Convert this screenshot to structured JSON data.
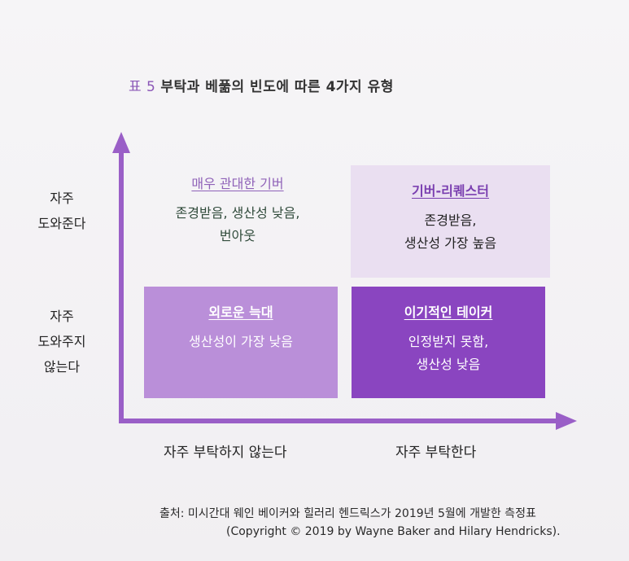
{
  "title": {
    "label": "표 5",
    "text": "부탁과 베풂의 빈도에 따른 4가지 유형"
  },
  "y_axis": {
    "upper": [
      "자주",
      "도와준다"
    ],
    "lower": [
      "자주",
      "도와주지",
      "않는다"
    ]
  },
  "x_axis": {
    "left": "자주 부탁하지 않는다",
    "right": "자주 부탁한다"
  },
  "quadrants": {
    "q1": {
      "title": "매우 관대한 기버",
      "lines": [
        "존경받음, 생산성 낮음,",
        "번아웃"
      ]
    },
    "q2": {
      "title": "기버-리퀘스터",
      "lines": [
        "존경받음,",
        "생산성 가장 높음"
      ]
    },
    "q3": {
      "title": "외로운 늑대",
      "lines": [
        "생산성이 가장 낮음"
      ]
    },
    "q4": {
      "title": "이기적인 테이커",
      "lines": [
        "인정받지 못함,",
        "생산성 낮음"
      ]
    }
  },
  "source": {
    "line1": "출처: 미시간대 웨인 베이커와 힐러리 헨드릭스가 2019년 5월에 개발한 측정표",
    "line2": "(Copyright © 2019 by Wayne Baker and Hilary Hendricks)."
  },
  "colors": {
    "axis": "#9a5fc7",
    "q2": "#eadff1",
    "q3": "#ba8fd9",
    "q4": "#8a45c0"
  }
}
